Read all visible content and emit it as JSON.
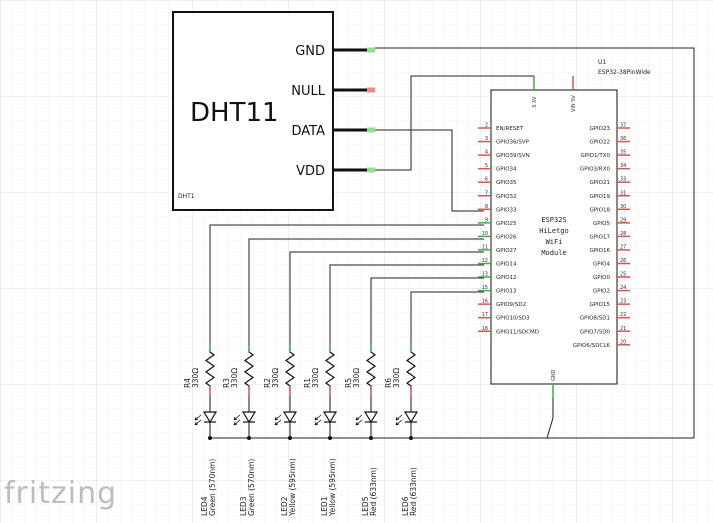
{
  "dht": {
    "title": "DHT11",
    "ref": "DHT1",
    "pins": [
      "GND",
      "NULL",
      "DATA",
      "VDD"
    ]
  },
  "esp": {
    "ref": "U1",
    "part": "ESP32-38PinWide",
    "top_pins": [
      "3.3V",
      "VIN 5V"
    ],
    "bottom_pin": "GND",
    "module_lines": [
      "ESP32S",
      "HiLetgo",
      "WiFi",
      "Module"
    ],
    "left_pins": [
      {
        "num": "2",
        "label": "EN/RESET"
      },
      {
        "num": "3",
        "label": "GPIO36/SVP"
      },
      {
        "num": "4",
        "label": "GPIO39/SVN"
      },
      {
        "num": "5",
        "label": "GPIO34"
      },
      {
        "num": "6",
        "label": "GPIO35"
      },
      {
        "num": "7",
        "label": "GPIO32"
      },
      {
        "num": "8",
        "label": "GPIO33"
      },
      {
        "num": "9",
        "label": "GPIO25"
      },
      {
        "num": "10",
        "label": "GPIO26"
      },
      {
        "num": "11",
        "label": "GPIO27"
      },
      {
        "num": "12",
        "label": "GPIO14"
      },
      {
        "num": "13",
        "label": "GPIO12"
      },
      {
        "num": "15",
        "label": "GPIO13"
      },
      {
        "num": "16",
        "label": "GPIO9/SD2"
      },
      {
        "num": "17",
        "label": "GPIO10/SD3"
      },
      {
        "num": "18",
        "label": "GPIO11/SDCMD"
      }
    ],
    "right_pins": [
      {
        "num": "37",
        "label": "GPIO23"
      },
      {
        "num": "36",
        "label": "GPIO22"
      },
      {
        "num": "35",
        "label": "GPIO1/TX0"
      },
      {
        "num": "34",
        "label": "GPIO3/RX0"
      },
      {
        "num": "33",
        "label": "GPIO21"
      },
      {
        "num": "31",
        "label": "GPIO19"
      },
      {
        "num": "30",
        "label": "GPIO18"
      },
      {
        "num": "29",
        "label": "GPIO5"
      },
      {
        "num": "28",
        "label": "GPIO17"
      },
      {
        "num": "27",
        "label": "GPIO16"
      },
      {
        "num": "26",
        "label": "GPIO4"
      },
      {
        "num": "25",
        "label": "GPIO0"
      },
      {
        "num": "24",
        "label": "GPIO2"
      },
      {
        "num": "23",
        "label": "GPIO15"
      },
      {
        "num": "22",
        "label": "GPIO8/SD1"
      },
      {
        "num": "21",
        "label": "GPIO7/SD0"
      },
      {
        "num": "20",
        "label": "GPIO6/SDCLK"
      }
    ]
  },
  "resistors": [
    {
      "ref": "R4",
      "value": "330Ω"
    },
    {
      "ref": "R3",
      "value": "330Ω"
    },
    {
      "ref": "R2",
      "value": "330Ω"
    },
    {
      "ref": "R1",
      "value": "330Ω"
    },
    {
      "ref": "R5",
      "value": "330Ω"
    },
    {
      "ref": "R6",
      "value": "330Ω"
    }
  ],
  "leds": [
    {
      "ref": "LED4",
      "desc": "Green (570nm)"
    },
    {
      "ref": "LED3",
      "desc": "Green (570nm)"
    },
    {
      "ref": "LED2",
      "desc": "Yellow (595nm)"
    },
    {
      "ref": "LED1",
      "desc": "Yellow (595nm)"
    },
    {
      "ref": "LED5",
      "desc": "Red (633nm)"
    },
    {
      "ref": "LED6",
      "desc": "Red (633nm)"
    }
  ],
  "logo": "fritzing"
}
